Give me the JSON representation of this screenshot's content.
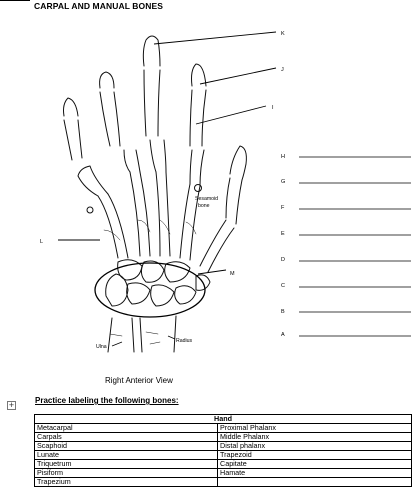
{
  "document": {
    "title": "CARPAL AND MANUAL BONES",
    "view_caption": "Right Anterior View"
  },
  "figure": {
    "callouts": [
      "K",
      "J",
      "I",
      "H",
      "G",
      "F",
      "E",
      "D",
      "C",
      "B",
      "A"
    ],
    "left_callouts": [
      "L"
    ],
    "inner_callouts": [
      "M"
    ],
    "annotations": {
      "sesamoid": "Sesamoid",
      "bone": "bone",
      "ulna": "Ulna",
      "radius": "Radius"
    },
    "icon": "hand-skeleton-illustration"
  },
  "practice": {
    "move_handle_glyph": "+",
    "heading": "Practice labeling the following bones:",
    "table_header": "Hand",
    "rows": [
      [
        "Metacarpal",
        "Proximal Phalanx"
      ],
      [
        "Carpals",
        "Middle Phalanx"
      ],
      [
        "Scaphoid",
        "Distal phalanx"
      ],
      [
        "Lunate",
        "Trapezoid"
      ],
      [
        "Triquetrum",
        "Capitate"
      ],
      [
        "Pisiform",
        "Hamate"
      ],
      [
        "Trapezium",
        ""
      ]
    ]
  }
}
